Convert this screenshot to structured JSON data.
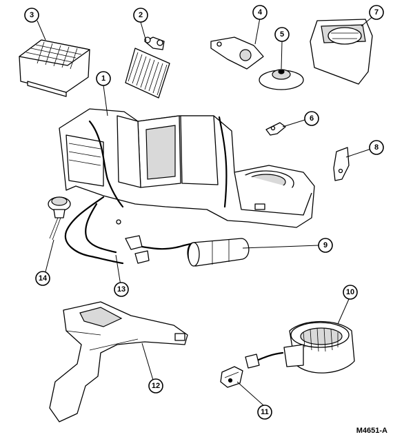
{
  "callouts": [
    {
      "label": "1"
    },
    {
      "label": "2"
    },
    {
      "label": "3"
    },
    {
      "label": "4"
    },
    {
      "label": "5"
    },
    {
      "label": "6"
    },
    {
      "label": "7"
    },
    {
      "label": "8"
    },
    {
      "label": "9"
    },
    {
      "label": "10"
    },
    {
      "label": "11"
    },
    {
      "label": "12"
    },
    {
      "label": "13"
    },
    {
      "label": "14"
    }
  ],
  "figure_code": "M4651-A"
}
